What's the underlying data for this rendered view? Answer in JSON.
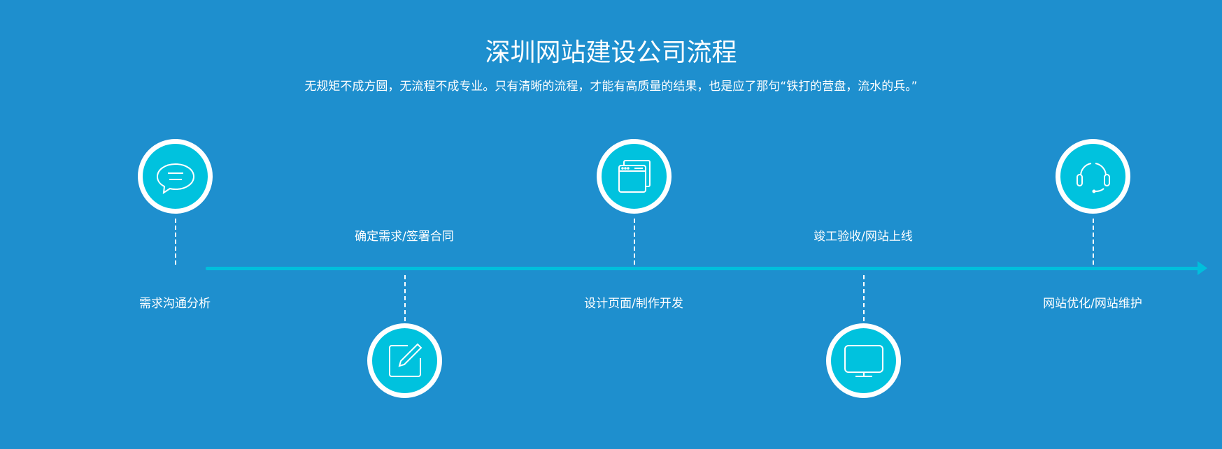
{
  "header": {
    "title": "深圳网站建设公司流程",
    "subtitle": "无规矩不成方圆，无流程不成专业。只有清晰的流程，才能有高质量的结果，也是应了那句“铁打的营盘，流水的兵。”"
  },
  "colors": {
    "background": "#1e8fce",
    "accent": "#00c2de",
    "circle_border": "#ffffff"
  },
  "steps": [
    {
      "label": "需求沟通分析",
      "icon": "chat-bubble-icon"
    },
    {
      "label": "确定需求/签署合同",
      "icon": "edit-pencil-icon"
    },
    {
      "label": "设计页面/制作开发",
      "icon": "browser-windows-icon"
    },
    {
      "label": "竣工验收/网站上线",
      "icon": "monitor-icon"
    },
    {
      "label": "网站优化/网站维护",
      "icon": "headset-icon"
    }
  ]
}
